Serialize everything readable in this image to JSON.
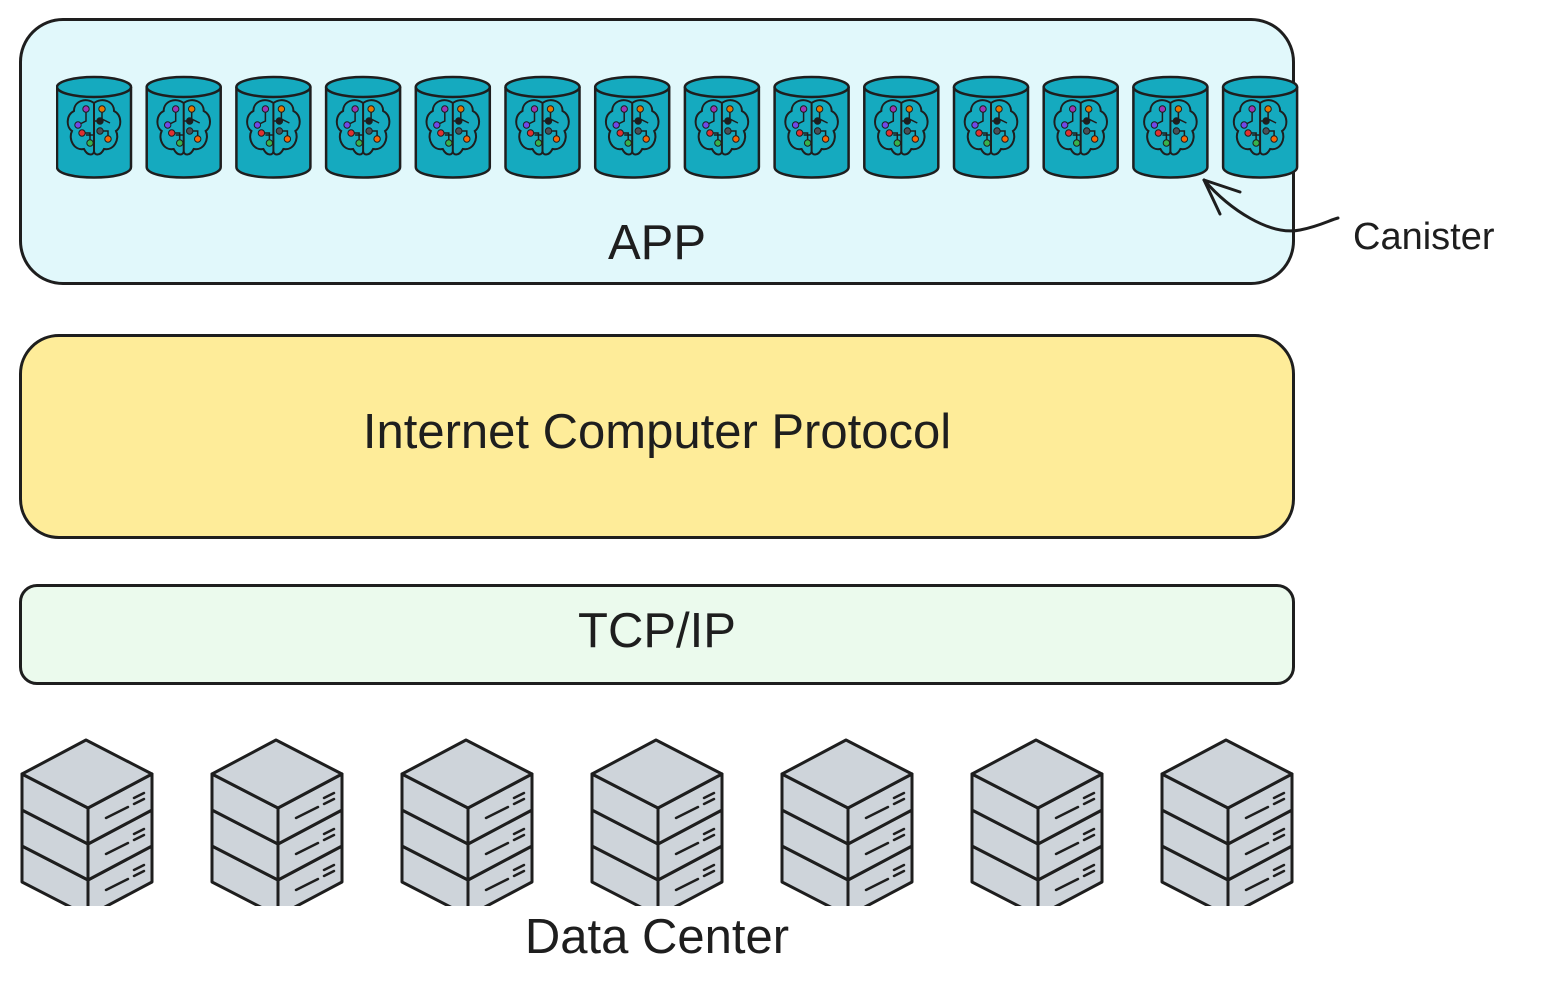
{
  "layers": {
    "app": {
      "label": "APP",
      "fill": "#e1f8fb"
    },
    "protocol": {
      "label": "Internet Computer Protocol",
      "fill": "#feec99"
    },
    "transport": {
      "label": "TCP/IP",
      "fill": "#ebfaed"
    },
    "datacenter": {
      "label": "Data Center"
    }
  },
  "canisters": {
    "count": 14,
    "annotation": "Canister",
    "icon": "brain-circuit-cylinder-icon",
    "fill": "#15aabf"
  },
  "servers": {
    "count": 7,
    "units_per_stack": 3,
    "icon": "server-stack-icon",
    "fill": "#ced4da"
  }
}
